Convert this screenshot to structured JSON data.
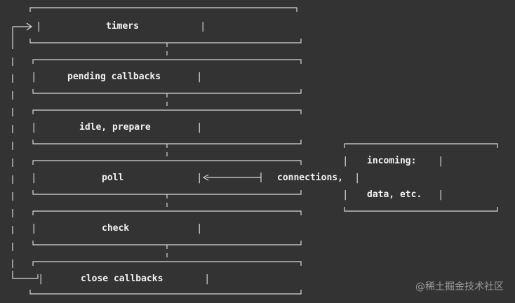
{
  "phases": [
    {
      "id": "timers",
      "label": "timers"
    },
    {
      "id": "pending-callbacks",
      "label": "pending callbacks"
    },
    {
      "id": "idle-prepare",
      "label": "idle, prepare"
    },
    {
      "id": "poll",
      "label": "poll"
    },
    {
      "id": "check",
      "label": "check"
    },
    {
      "id": "close-callbacks",
      "label": "close callbacks"
    }
  ],
  "incoming": {
    "line1": "incoming:",
    "line2": "connections,",
    "line3": "data, etc."
  },
  "watermark": "@稀土掘金技术社区",
  "colors": {
    "background": "#333333",
    "line": "#d8d8d8",
    "text": "#f2f2f2"
  }
}
